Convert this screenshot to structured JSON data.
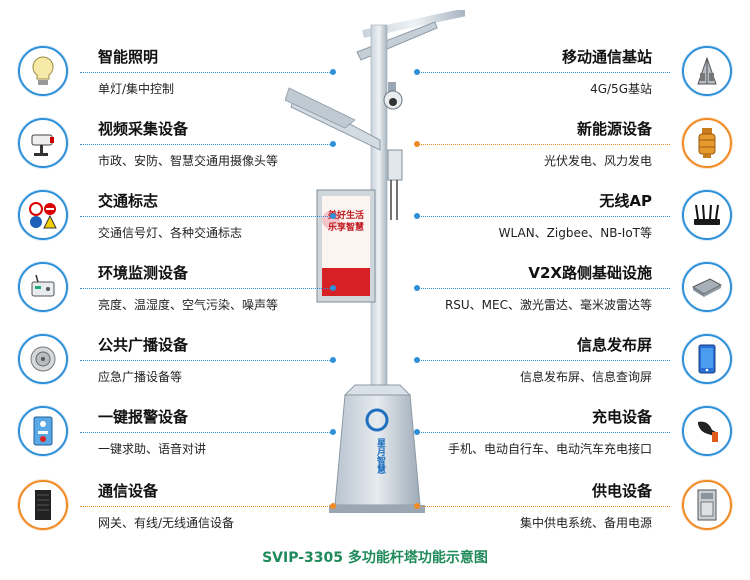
{
  "left_features": [
    {
      "title": "智能照明",
      "desc": "单灯/集中控制",
      "icon": "light-bulb-icon"
    },
    {
      "title": "视频采集设备",
      "desc": "市政、安防、智慧交通用摄像头等",
      "icon": "camera-icon"
    },
    {
      "title": "交通标志",
      "desc": "交通信号灯、各种交通标志",
      "icon": "traffic-sign-icon"
    },
    {
      "title": "环境监测设备",
      "desc": "亮度、温湿度、空气污染、噪声等",
      "icon": "sensor-box-icon"
    },
    {
      "title": "公共广播设备",
      "desc": "应急广播设备等",
      "icon": "speaker-icon"
    },
    {
      "title": "一键报警设备",
      "desc": "一键求助、语音对讲",
      "icon": "alarm-panel-icon"
    },
    {
      "title": "通信设备",
      "desc": "网关、有线/无线通信设备",
      "icon": "server-cabinet-icon"
    }
  ],
  "right_features": [
    {
      "title": "移动通信基站",
      "desc": "4G/5G基站",
      "icon": "base-station-icon"
    },
    {
      "title": "新能源设备",
      "desc": "光伏发电、风力发电",
      "icon": "energy-module-icon"
    },
    {
      "title": "无线AP",
      "desc": "WLAN、Zigbee、NB-IoT等",
      "icon": "wifi-router-icon"
    },
    {
      "title": "V2X路侧基础设施",
      "desc": "RSU、MEC、激光雷达、毫米波雷达等",
      "icon": "rsu-device-icon"
    },
    {
      "title": "信息发布屏",
      "desc": "信息发布屏、信息查询屏",
      "icon": "info-screen-icon"
    },
    {
      "title": "充电设备",
      "desc": "手机、电动自行车、电动汽车充电接口",
      "icon": "charging-plug-icon"
    },
    {
      "title": "供电设备",
      "desc": "集中供电系统、备用电源",
      "icon": "power-cabinet-icon"
    }
  ],
  "pole": {
    "screen_text": "美好生活 乐享智慧",
    "base_logo_text": "星月智慧"
  },
  "caption": "SVIP-3305 多功能杆塔功能示意图",
  "colors": {
    "blue_accent": "#2f8fd8",
    "orange_accent": "#f08a24",
    "caption_green": "#1f8a5a",
    "pole_gray": "#a9b6c2"
  }
}
